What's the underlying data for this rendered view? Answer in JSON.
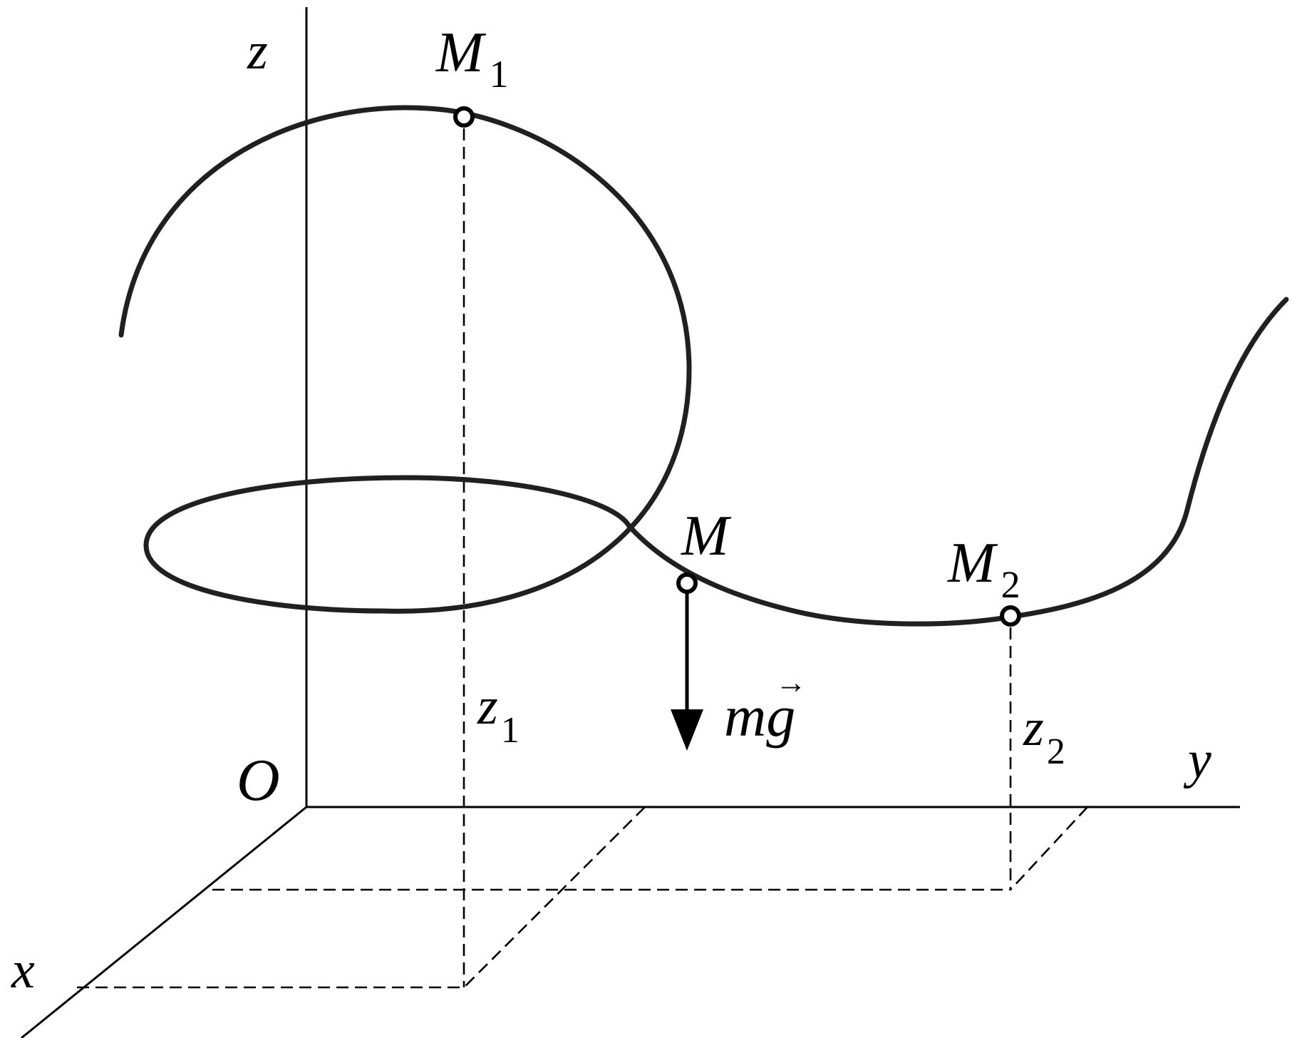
{
  "axes": {
    "x": "x",
    "y": "y",
    "z": "z",
    "origin": "O"
  },
  "points": {
    "m1": {
      "name": "M",
      "sub": "1"
    },
    "m": {
      "name": "M"
    },
    "m2": {
      "name": "M",
      "sub": "2"
    }
  },
  "heights": {
    "z1": {
      "name": "z",
      "sub": "1"
    },
    "z2": {
      "name": "z",
      "sub": "2"
    }
  },
  "force": {
    "label": "mg",
    "vector_arrow": "→"
  },
  "colors": {
    "curve": "#231f20",
    "lines": "#000000",
    "background": "#ffffff"
  }
}
